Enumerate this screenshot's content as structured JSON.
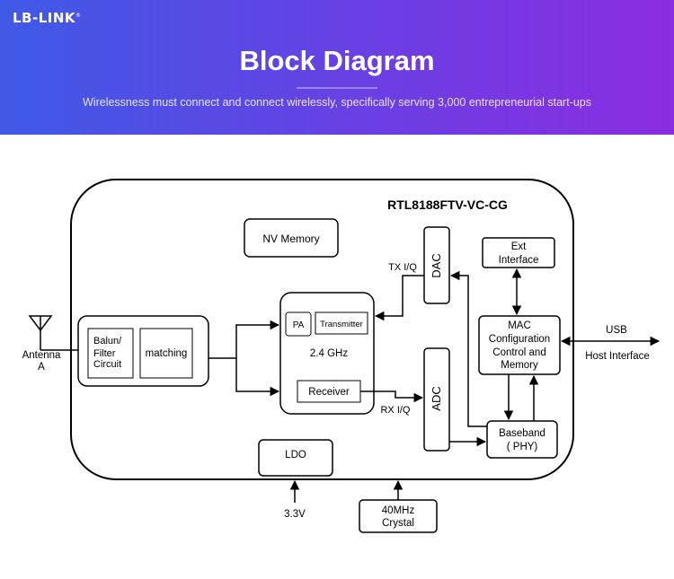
{
  "header": {
    "logo": "LB-LINK",
    "logo_mark": "®",
    "title": "Block Diagram",
    "subtitle": "Wirelessness must connect and connect wirelessly, specifically serving 3,000 entrepreneurial start-ups"
  },
  "diagram": {
    "chip_name": "RTL8188FTV-VC-CG",
    "nv_memory": "NV Memory",
    "dac": "DAC",
    "adc": "ADC",
    "ext_interface": [
      "Ext",
      "Interface"
    ],
    "tx_iq": "TX I/Q",
    "rx_iq": "RX I/Q",
    "pa": "PA",
    "transmitter": "Transmitter",
    "band": "2.4 GHz",
    "receiver": "Receiver",
    "balun": [
      "Balun/",
      "Filter",
      "Circuit"
    ],
    "matching": "matching",
    "antenna": [
      "Antenna",
      "A"
    ],
    "mac": [
      "MAC",
      "Configuration",
      "Control and",
      "Memory"
    ],
    "usb": "USB",
    "host_interface": "Host Interface",
    "baseband": [
      "Baseband",
      "( PHY)"
    ],
    "ldo": "LDO",
    "power": "3.3V",
    "crystal": [
      "40MHz",
      "Crystal"
    ]
  }
}
